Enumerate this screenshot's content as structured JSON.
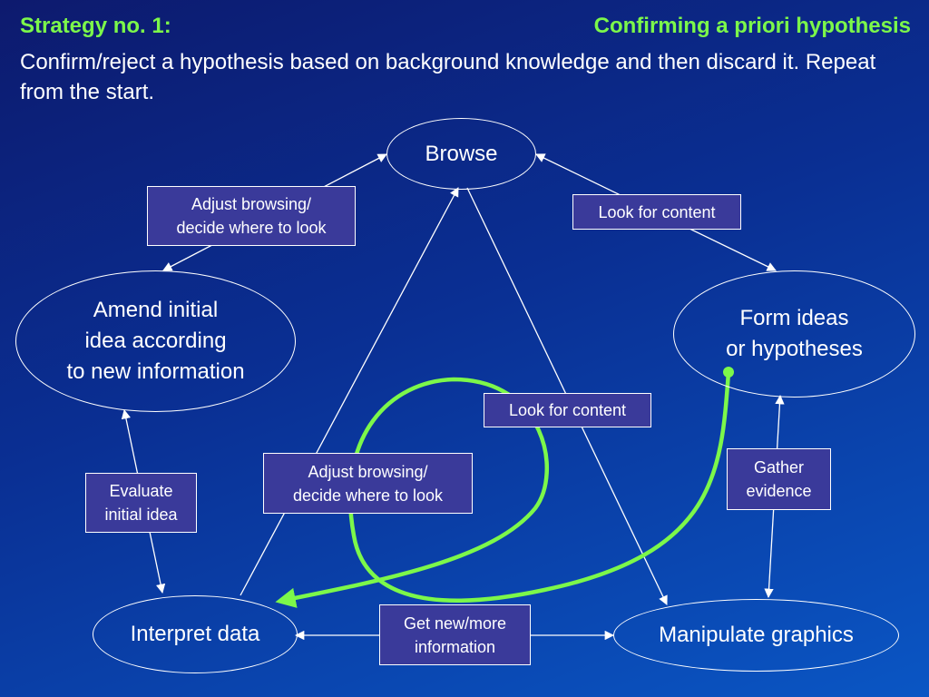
{
  "header": {
    "strategy": "Strategy no. 1:",
    "subtitle": "Confirming a priori hypothesis",
    "description": "Confirm/reject a hypothesis based on background knowledge and then discard it. Repeat from the start."
  },
  "nodes": {
    "browse": "Browse",
    "amend": "Amend initial\nidea according\nto new information",
    "form": "Form ideas\nor hypotheses",
    "interpret": "Interpret data",
    "manipulate": "Manipulate graphics"
  },
  "edge_labels": {
    "adjust_top": "Adjust browsing/\ndecide where to look",
    "look_top": "Look for content",
    "look_mid": "Look for content",
    "adjust_mid": "Adjust browsing/\ndecide where to look",
    "evaluate": "Evaluate\ninitial idea",
    "gather": "Gather\nevidence",
    "get_new": "Get new/more\ninformation"
  },
  "colors": {
    "background_top": "#0d1a6e",
    "background_bottom": "#0a56c4",
    "accent_green": "#7cf84a",
    "label_box": "#3a3a9a",
    "line": "#ffffff"
  }
}
